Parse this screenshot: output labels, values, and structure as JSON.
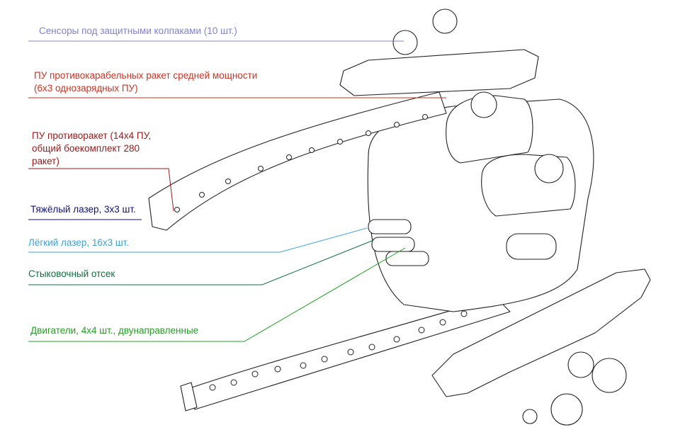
{
  "labels": {
    "sensors": {
      "text": "Сенсоры под защитными колпаками (10 шт.)",
      "color": "#8080d8"
    },
    "antiship": {
      "line1": "ПУ противокарабельных ракет средней мощности",
      "line2": "(6x3 однозарядных ПУ)",
      "color": "#d03020"
    },
    "antimissile": {
      "line1": "ПУ противоракет (14x4 ПУ,",
      "line2": "общий боекомплект 280",
      "line3": "ракет)",
      "color": "#a01818"
    },
    "heavy_laser": {
      "text": "Тяжёлый лазер, 3x3 шт.",
      "color": "#101088"
    },
    "light_laser": {
      "text": "Лёгкий лазер, 16x3 шт.",
      "color": "#40a0d8"
    },
    "docking": {
      "text": "Стыковочный отсек",
      "color": "#107040"
    },
    "engines": {
      "text": "Двигатели, 4x4 шт., двунаправленные",
      "color": "#20a020"
    }
  }
}
